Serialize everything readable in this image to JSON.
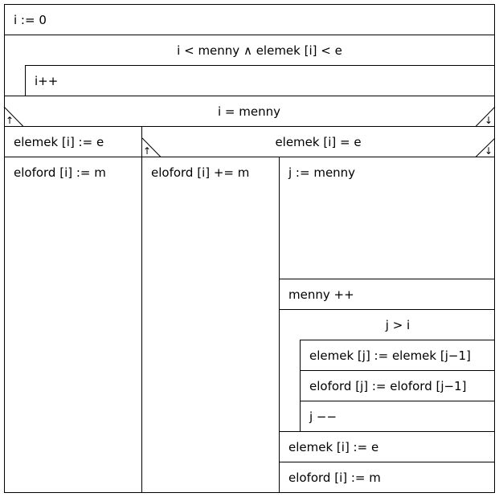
{
  "stmt_init": "i := 0",
  "loop1": {
    "cond": "i < menny ∧ elemek [i] < e",
    "body": "i++"
  },
  "branch1": {
    "cond": "i = menny",
    "yes_marker": "↑",
    "no_marker": "↓",
    "then": {
      "s1": "elemek [i] := e",
      "s2": "eloford [i] := m"
    },
    "else": {
      "branch2": {
        "cond": "elemek [i] = e",
        "yes_marker": "↑",
        "no_marker": "↓",
        "then": {
          "s1": "eloford [i] += m"
        },
        "else": {
          "s1": "j := menny",
          "s2": "menny ++",
          "loop2": {
            "cond": "j > i",
            "b1": "elemek [j] := elemek [j−1]",
            "b2": "eloford [j] := eloford [j−1]",
            "b3": "j −−"
          },
          "s3": "elemek [i] := e",
          "s4": "eloford [i] := m"
        }
      }
    }
  }
}
